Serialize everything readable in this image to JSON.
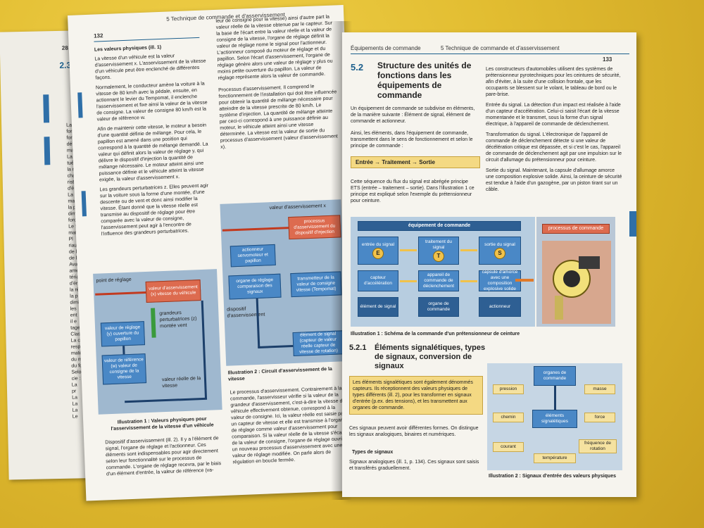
{
  "back_page": {
    "page_number": "28",
    "section": "2.3",
    "lines": [
      "La",
      "forme",
      "form",
      "défor",
      "maints",
      "La déf",
      "tuée a",
      "la réc",
      "chauff",
      "ristiq",
      "d'ém",
      "La for",
      "matio",
      "la pièc",
      "dimin",
      "forces",
      "Le fon",
      "matio",
      "Pl",
      "riau p",
      "de l'ai",
      "de l'im",
      "Avant",
      "ame",
      "tériau",
      "d'ér",
      "la ré",
      "la p",
      "dimi",
      "les",
      "ent",
      "il e",
      "tage",
      "Classi",
      "La cla",
      "resp.",
      "matér",
      "du mi",
      "du for",
      "Selon",
      "cie :",
      "La",
      "pr",
      "La",
      "La",
      "La",
      "Le"
    ]
  },
  "left_page": {
    "running_header": "5 Technique de commande et d'asservissement",
    "page_number": "132",
    "col1": {
      "heading": "Les valeurs physiques (ill. 1)",
      "p1": "La vitesse d'un véhicule est la valeur d'asservissement x. L'asservissement de la vitesse d'un véhicule peut être enclenché de différentes façons.",
      "p2": "Normalement, le conducteur amène la voiture à la vitesse de 80 km/h avec la pédale, ensuite, en actionnant le levier du Tempomat, il enclenche l'asservissement et fixe ainsi la valeur de la vitesse de consigne. La valeur de consigne 80 km/h est la valeur de référence w.",
      "p3": "Afin de maintenir cette vitesse, le moteur a besoin d'une quantité définie de mélange. Pour cela, le papillon est amené dans une position qui correspond à la quantité de mélange demandé. La valeur qui définit alors la valeur de réglage y, qui délivre le dispositif d'injection la quantité de mélange nécessaire. Le moteur atteint ainsi une puissance définie et le véhicule atteint la vitesse exigée, la valeur d'asservissement x.",
      "p4": "Les grandeurs perturbatrices z. Elles peuvent agir sur la voiture sous la forme d'une montée, d'une descente ou de vent et donc ainsi modifier la vitesse. Étant donné que la vitesse réelle est transmise au dispositif de réglage pour être comparée avec la valeur de consigne, l'asservissement peut agir à l'encontre de l'influence des grandeurs perturbatrices.",
      "caption": "Illustration 1 : Valeurs physiques pour l'asservissement de la vitesse d'un véhicule",
      "p5": "Dispositif d'asservissement (ill. 2). Il y a l'élément de signal, l'organe de réglage et l'actionneur. Ces éléments sont indispensables pour agir directement selon leur fonctionnalité sur le processus de commande. L'organe de réglage recevra, par le biais d'un élément d'entrée, la valeur de référence (va-"
    },
    "col2": {
      "p1": "leur de consigne pour la vitesse) ainsi d'autre part la valeur réelle de la vitesse obtenue par le capteur. Sur la base de l'écart entre la valeur réelle et la valeur de consigne de la vitesse, l'organe de réglage définit la valeur de réglage nome le signal pour l'actionneur. L'actionneur composé du moteur de réglage et du papillon. Selon l'écart d'asservissement, l'organe de réglage génère alors une valeur de réglage y plus ou moins petite ouverture du papillon. La valeur de réglage représente alors la valeur de commande.",
      "p2": "Processus d'asservissement. Il comprend le fonctionnement de l'installation qui doit être influencée pour obtenir la quantité de mélange nécessaire pour atteindre de la vitesse prescrite de 80 km/h. Le système d'injection. La quantité de mélange atteinte par ceci-ci correspond à une puissance définie au moteur, le véhicule atteint ainsi une vitesse déterminée. La vitesse est la valeur de sortie du processus d'asservissement (valeur d'asservissement x).",
      "caption": "Illustration 2 : Circuit d'asservissement de la vitesse",
      "p3": "Le processus d'asservissement. Contrairement à la commande, l'asservisseur vérifie si la valeur de la grandeur d'asservissement, c'est-à-dire la vitesse du véhicule effectivement obtenue, correspond à la valeur de consigne. Ici, la valeur réelle est saisie par un capteur de vitesse et elle est transmise à l'organe de réglage comme valeur d'asservissement pour comparaison. Si la valeur réelle de la vitesse s'écarte de la valeur de consigne, l'organe de réglage ouvrira un nouveau processus d'asservissement avec une valeur de réglage modifiée. On parle alors de régulation en boucle fermée."
    },
    "ill1": {
      "set_point": "point de réglage",
      "red_box": "valeur d'asservissement (x) vitesse du véhicule",
      "perturb": "grandeurs perturbatrices (z) montée vent",
      "box_reglage": "valeur de réglage (y) ouverture du papillon",
      "box_reference": "valeur de référence (w) valeur de consigne de la vitesse",
      "real_speed": "valeur réelle de la vitesse"
    },
    "ill2": {
      "top_label": "valeur d'asservissement x",
      "red_box": "processus d'asservissement du dispositif d'injection",
      "actuator": "actionneur servomoteur et papillon",
      "organ": "organe de réglage comparaison des signaux",
      "transmitter": "transmetteur de la valeur de consigne vitesse (Tempomat)",
      "device": "dispositif d'asservissement",
      "signal": "élément de signal (capteur de valeur réelle capteur de vitesse de rotation)"
    }
  },
  "right_page": {
    "header_left": "Équipements de commande",
    "header_right": "5 Technique de commande et d'asservissement",
    "page_number": "133",
    "section_number": "5.2",
    "section_title": "Structure des unités de fonctions dans les équipements de commande",
    "col1_p1": "Un équipement de commande se subdivise en éléments, de la manière suivante : Élément de signal, élément de commande et actionneur.",
    "col1_p2": "Ainsi, les éléments, dans l'équipement de commande, transmettent dans le sens de fonctionnement et selon le principe de commande :",
    "flow_label": "Entrée → Traitement → Sortie",
    "col1_p3": "Cette séquence du flux du signal est abrégée principe ETS (entrée – traitement – sortie). Dans l'illustration 1 ce principe est expliqué selon l'exemple du prétensionneur pour ceinture.",
    "col2_p1": "Les constructeurs d'automobiles utilisent des systèmes de prétensionneur pyrotechniques pour les ceintures de sécurité, afin d'éviter, à la suite d'une collision frontale, que les occupants se blessent sur le volant, le tableau de bord ou le pare-brise.",
    "col2_p2": "Entrée du signal. La détection d'un impact est réalisée à l'aide d'un capteur d'accélération. Celui-ci saisit l'écart de la vitesse momentanée et le transmet, sous la forme d'un signal électrique, à l'appareil de commande de déclenchement.",
    "col2_p3": "Transformation du signal. L'électronique de l'appareil de commande de déclenchement détecte si une valeur de décélération critique est dépassée, et si c'est le cas, l'appareil de commande de déclenchement agit par une impulsion sur le circuit d'allumage du prétensionneur pour ceinture.",
    "col2_p4": "Sortie du signal. Maintenant, la capsule d'allumage amorce une composition explosive solide. Ainsi, la ceinture de sécurité est tendue à l'aide d'un gazogène, par un piston tirant sur un câble.",
    "ill1": {
      "title_equipment": "équipement de commande",
      "title_process": "processus de commande",
      "row1": [
        "entrée du signal",
        "traitement du signal",
        "sortie du signal"
      ],
      "letters": [
        "E",
        "T",
        "S"
      ],
      "row2": [
        "capteur d'accélération",
        "appareil de commande de déclenchement",
        "capsule d'amorce avec une composition explosive solide"
      ],
      "row3": [
        "élément de signal",
        "organe de commande",
        "actionneur"
      ],
      "caption": "Illustration 1 : Schéma de la commande d'un prétensionneur de ceinture"
    },
    "sub_number": "5.2.1",
    "sub_title": "Éléments signalétiques, types de signaux, conversion de signaux",
    "callout": "Les éléments signalétiques sont également dénommés capteurs. Ils réceptionnent des valeurs physiques de types différents (ill. 2), pour les transformer en signaux d'entrée (p.ex. des tensions), et les transmettent aux organes de commande.",
    "col1_p4": "Ces signaux peuvent avoir différentes formes. On distingue les signaux analogiques, binaires et numériques.",
    "types_heading": "Types de signaux",
    "col1_p5": "Signaux analogiques (ill. 1, p. 134). Ces signaux sont saisis et transférés graduellement.",
    "ill2": {
      "top": "organes de commande",
      "center": "éléments signalétiques",
      "items": [
        "pression",
        "masse",
        "chemin",
        "force",
        "courant",
        "fréquence de rotation",
        "température"
      ],
      "caption": "Illustration 2 : Signaux d'entrée des valeurs physiques"
    }
  }
}
